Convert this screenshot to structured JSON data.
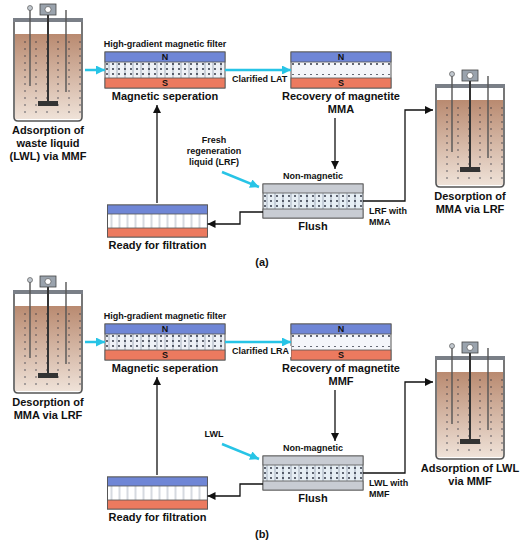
{
  "diagram": {
    "nodes": [
      {
        "text": [
          "Adsorption of waste liquid (LWL) via MMF"
        ]
      },
      {
        "text": [
          "High-gradient magnetic filter",
          "Magnetic seperation"
        ]
      },
      {
        "text": [
          "Recovery of magnetite MMA"
        ]
      },
      {
        "text": [
          "Desorption of MMA via LRF"
        ]
      },
      {
        "text": [
          "Non-magnetic",
          "Flush"
        ]
      },
      {
        "text": [
          "Ready for filtration"
        ]
      },
      {
        "text": [
          "Desorption of MMA via LRF"
        ]
      },
      {
        "text": [
          "High-gradient magnetic filter",
          "Magnetic seperation"
        ]
      },
      {
        "text": [
          "Recovery of magnetite MMF"
        ]
      },
      {
        "text": [
          "Adsorption of LWL via MMF"
        ]
      },
      {
        "text": [
          "Non-magnetic",
          "Flush"
        ]
      },
      {
        "text": [
          "Ready for filtration"
        ]
      }
    ],
    "edges": [
      {
        "from": 0,
        "to": 1,
        "arrow": "to"
      },
      {
        "from": 1,
        "to": 2,
        "arrow": "to",
        "label": "Clarified LAT"
      },
      {
        "from": 2,
        "to": 4,
        "arrow": "to"
      },
      {
        "from": 4,
        "to": 3,
        "arrow": "to",
        "label": "LRF with MMA"
      },
      {
        "from": 4,
        "to": 5,
        "arrow": "to"
      },
      {
        "from": 5,
        "to": 1,
        "arrow": "to"
      },
      {
        "from": 6,
        "to": 7,
        "arrow": "to"
      },
      {
        "from": 7,
        "to": 8,
        "arrow": "to",
        "label": "Clarified LRA"
      },
      {
        "from": 8,
        "to": 10,
        "arrow": "to"
      },
      {
        "from": 10,
        "to": 9,
        "arrow": "to",
        "label": "LWL with MMF"
      },
      {
        "from": 10,
        "to": 11,
        "arrow": "to"
      },
      {
        "from": 11,
        "to": 7,
        "arrow": "to"
      }
    ],
    "labels": [
      "N",
      "S",
      "N",
      "S",
      "Fresh regeneration liquid (LRF)",
      "(a)",
      "N",
      "S",
      "N",
      "S",
      "LWL",
      "(b)"
    ]
  }
}
